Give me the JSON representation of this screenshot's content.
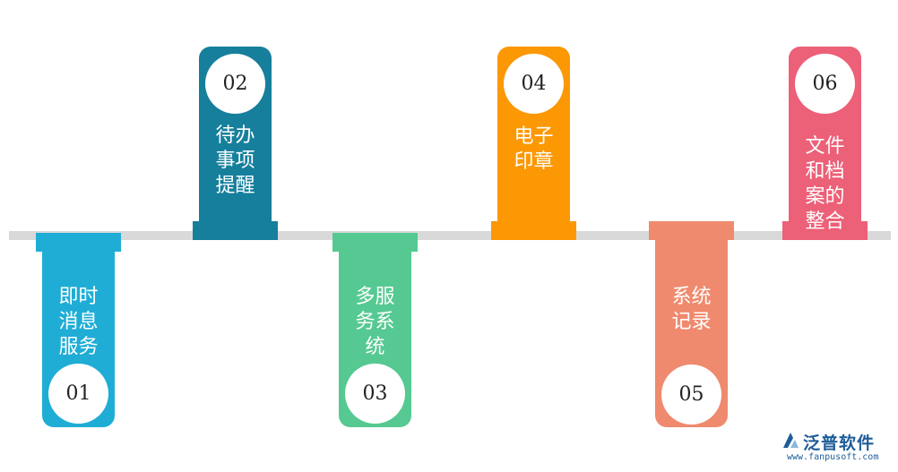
{
  "timeline": {
    "steps": [
      {
        "number": "01",
        "label": "即时\n消息\n服务",
        "color": "#1fadd6",
        "position": "below"
      },
      {
        "number": "02",
        "label": "待办\n事项\n提醒",
        "color": "#167f9c",
        "position": "above"
      },
      {
        "number": "03",
        "label": "多服\n务系\n统",
        "color": "#55c991",
        "position": "below"
      },
      {
        "number": "04",
        "label": "电子\n印章",
        "color": "#fb9804",
        "position": "above"
      },
      {
        "number": "05",
        "label": "系统\n记录",
        "color": "#ef8a6e",
        "position": "below"
      },
      {
        "number": "06",
        "label": "文件\n和档\n案的\n整合",
        "color": "#ec6078",
        "position": "above"
      }
    ],
    "bar_color": "#d9d9d9"
  },
  "logo": {
    "name": "泛普软件",
    "url": "www.fanpusoft.com",
    "color": "#1e5c97"
  }
}
